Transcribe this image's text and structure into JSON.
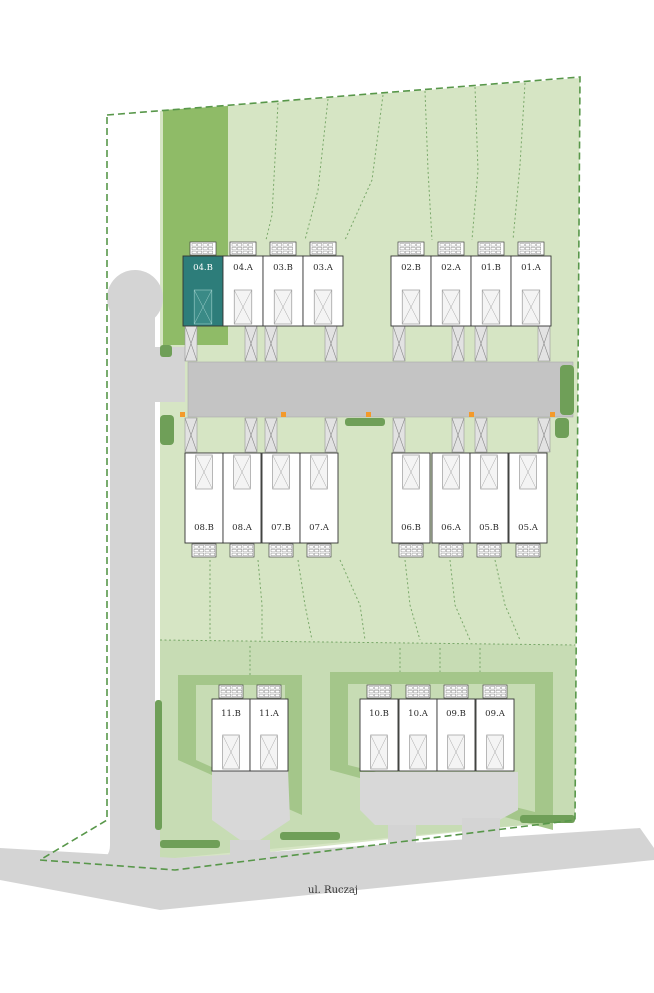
{
  "colors": {
    "background": "#ffffff",
    "plot_light": "#d6e5c4",
    "plot_mid": "#c3d9ad",
    "plot_dark": "#8fbb67",
    "buffer_green": "#a4c68a",
    "boundary": "#58974a",
    "divider": "#7aa86a",
    "road": "#d4d4d4",
    "paving": "#c4c4c4",
    "selected_unit": "#2d7d7a",
    "unit_fill": "#ffffff",
    "unit_stroke": "#333333",
    "marker": "#f39a2b"
  },
  "street": {
    "name": "ul. Ruczaj"
  },
  "selected_unit": "04.B",
  "units": {
    "row1": [
      "04.B",
      "04.A",
      "03.B",
      "03.A",
      "02.B",
      "02.A",
      "01.B",
      "01.A"
    ],
    "row2": [
      "08.B",
      "08.A",
      "07.B",
      "07.A",
      "06.B",
      "06.A",
      "05.B",
      "05.A"
    ],
    "row3": [
      "11.B",
      "11.A",
      "10.B",
      "10.A",
      "09.B",
      "09.A"
    ]
  }
}
